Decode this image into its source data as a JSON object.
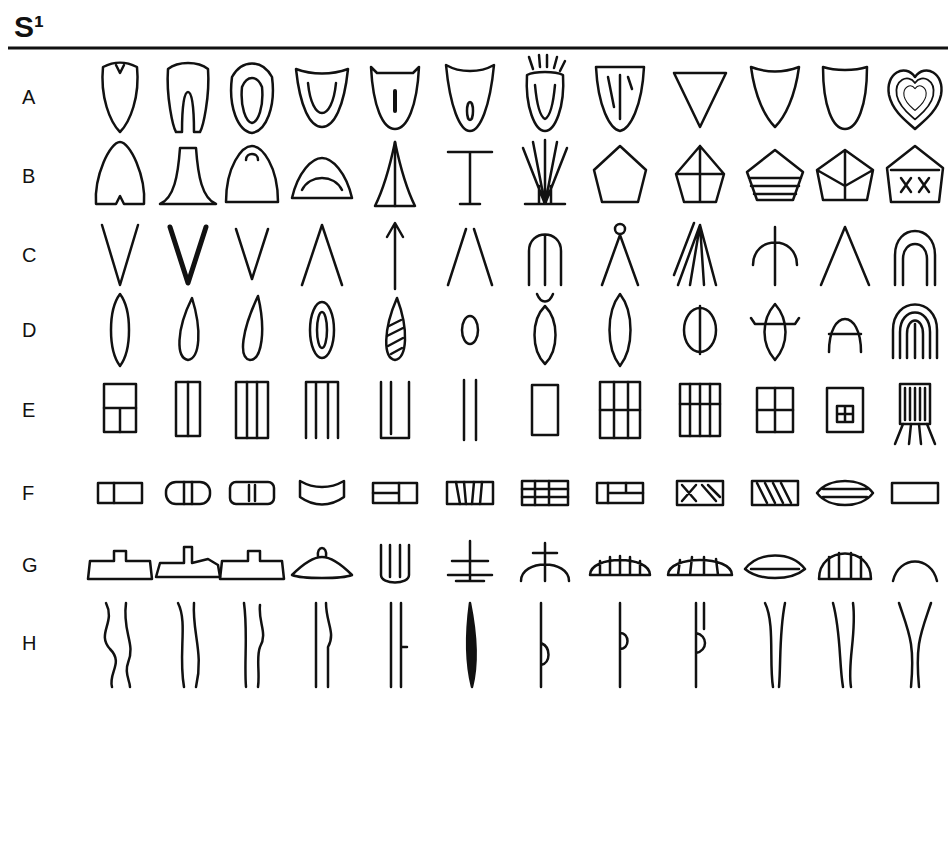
{
  "diagram": {
    "title": "S¹",
    "labels": [
      "A",
      "B",
      "C",
      "D",
      "E",
      "F",
      "G",
      "H"
    ]
  }
}
